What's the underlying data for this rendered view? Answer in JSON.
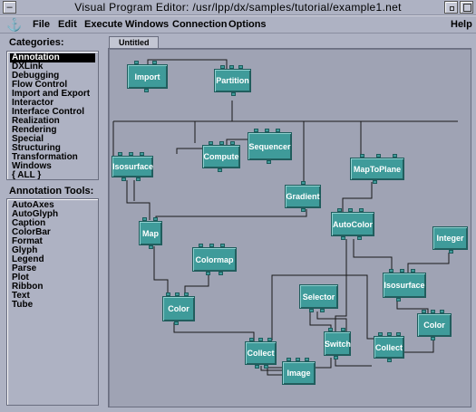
{
  "window": {
    "title": "Visual Program Editor: /usr/lpp/dx/samples/tutorial/example1.net"
  },
  "menubar": {
    "icon": "⚓",
    "items": [
      "File",
      "Edit",
      "Execute",
      "Windows",
      "Connection",
      "Options"
    ],
    "help": "Help"
  },
  "categories": {
    "label": "Categories:",
    "items": [
      "Annotation",
      "DXLink",
      "Debugging",
      "Flow Control",
      "Import and Export",
      "Interactor",
      "Interface Control",
      "Realization",
      "Rendering",
      "Special",
      "Structuring",
      "Transformation",
      "Windows",
      "{ ALL }"
    ],
    "selected": "Annotation"
  },
  "tools": {
    "label": "Annotation Tools:",
    "items": [
      "AutoAxes",
      "AutoGlyph",
      "Caption",
      "ColorBar",
      "Format",
      "Glyph",
      "Legend",
      "Parse",
      "Plot",
      "Ribbon",
      "Text",
      "Tube"
    ]
  },
  "canvas": {
    "tab": "Untitled",
    "modules": [
      "Import",
      "Partition",
      "Isosurface",
      "Compute",
      "Sequencer",
      "Gradient",
      "MapToPlane",
      "Map",
      "AutoColor",
      "Integer",
      "Colormap",
      "Isosurface",
      "Selector",
      "Color",
      "Color",
      "Switch",
      "Collect",
      "Collect",
      "Image"
    ]
  },
  "colors": {
    "module": "#3f9b9a",
    "background": "#aeb2c3",
    "canvas": "#9fa3b4"
  }
}
